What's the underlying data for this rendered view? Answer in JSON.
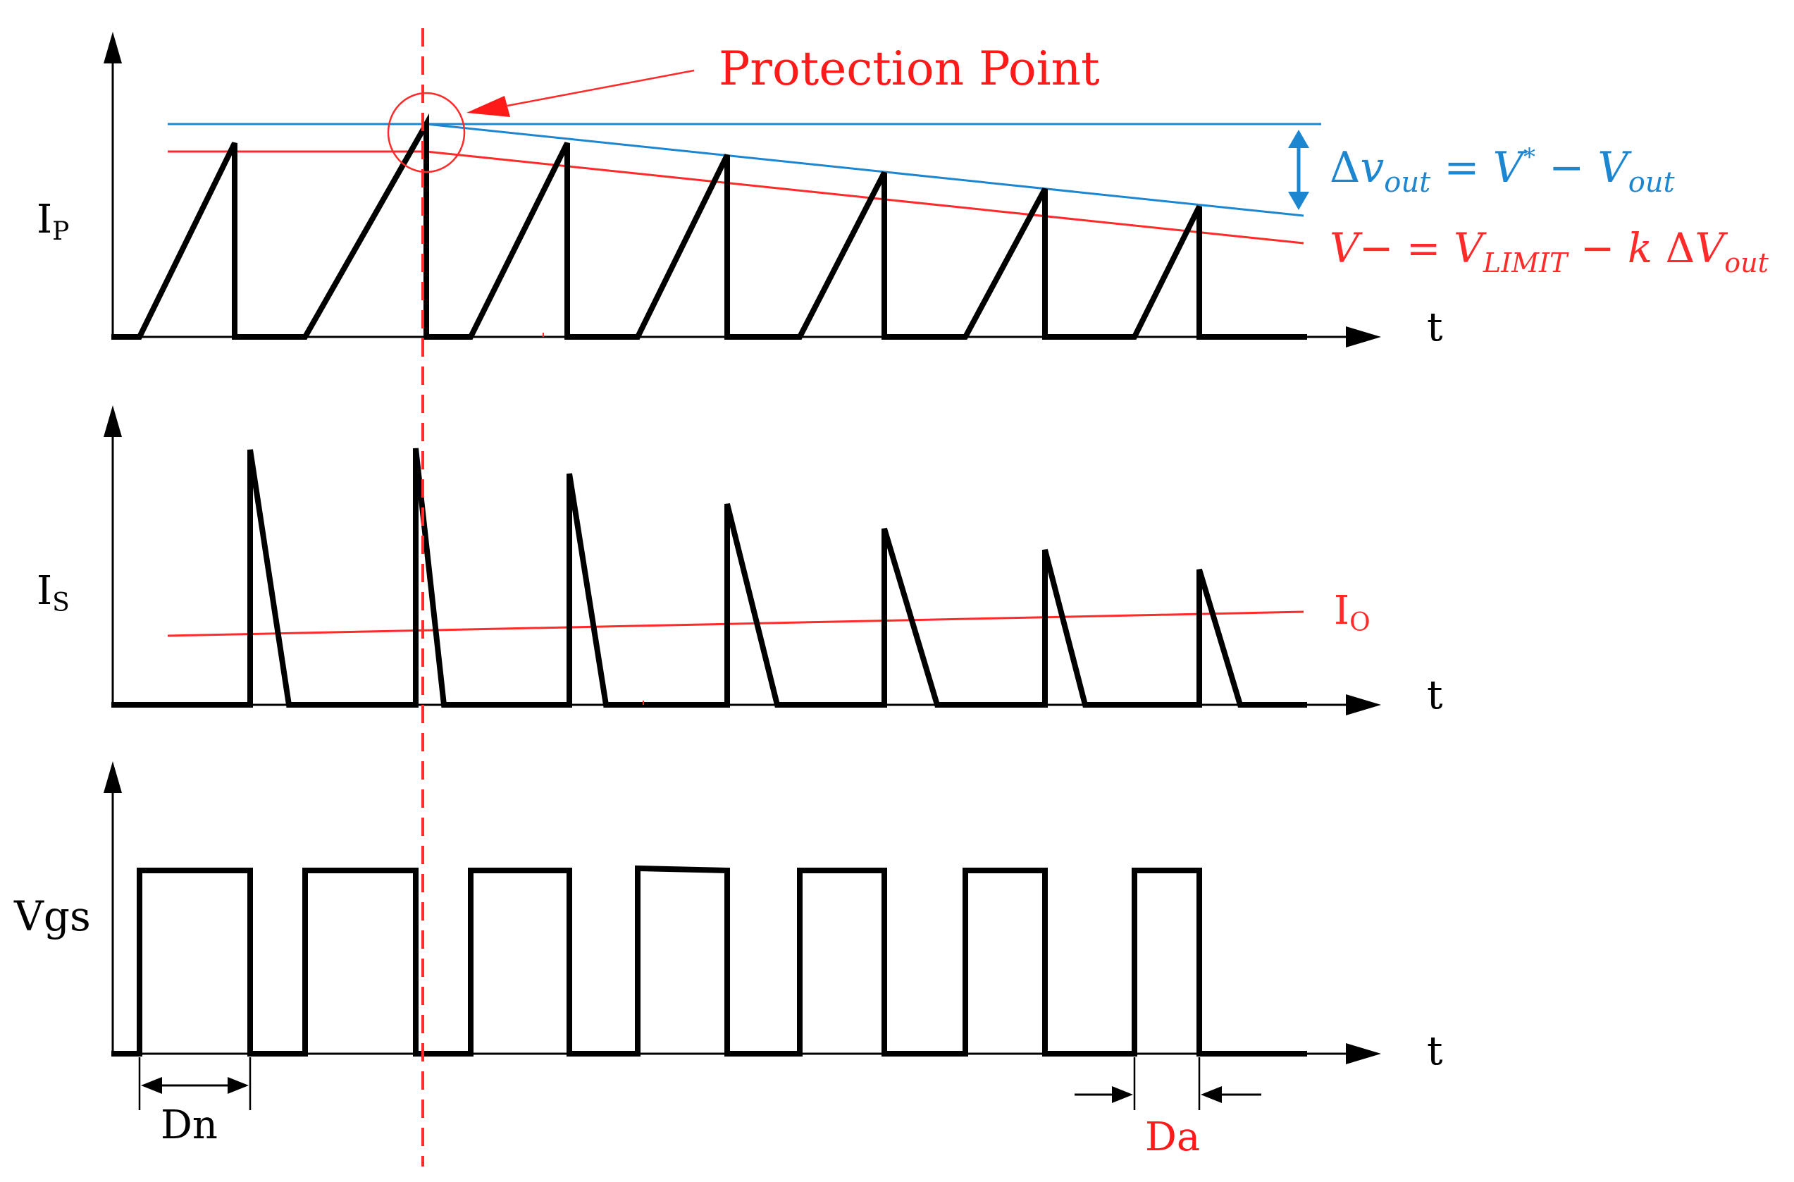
{
  "colors": {
    "waveform": "#000000",
    "axis": "#000000",
    "protection": "#ff1a1a",
    "limit_line": "#ff2a2a",
    "reference_line": "#1c86d0"
  },
  "panels": {
    "ip": {
      "ylabel_main": "I",
      "ylabel_sub": "P",
      "xlabel": "t"
    },
    "is": {
      "ylabel_main": "I",
      "ylabel_sub": "S",
      "xlabel": "t"
    },
    "vgs": {
      "ylabel": "Vgs",
      "xlabel": "t"
    }
  },
  "annotations": {
    "protection_point": "Protection Point",
    "dv_delta": "Δ",
    "dv_v": "v",
    "dv_out_sub": "out",
    "dv_eq": " = ",
    "dv_vstar": "V",
    "dv_star": "*",
    "dv_minus": " − ",
    "dv_vout": "V",
    "dv_vout_sub": "out",
    "vm_v": "V",
    "vm_minus": "− = ",
    "vm_vlimit": "V",
    "vm_limit_sub": "LIMIT",
    "vm_mid": " − ",
    "vm_k": "k",
    "vm_delta": " Δ",
    "vm_vout": "V",
    "vm_vout_sub": "out",
    "io_main": "I",
    "io_sub": "O",
    "dn": "Dn",
    "da": "Da"
  }
}
